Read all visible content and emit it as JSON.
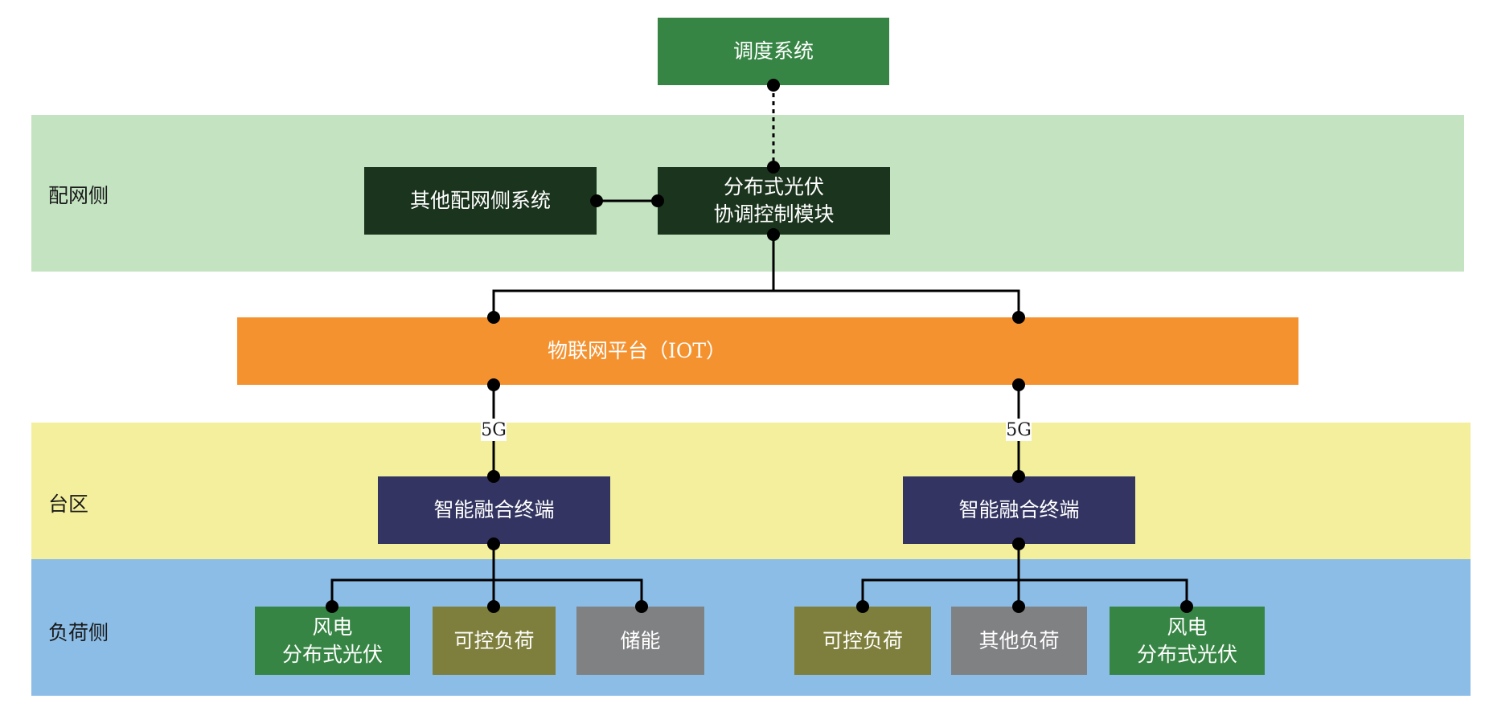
{
  "colors": {
    "band_distribution": "#c3e3c1",
    "band_area": "#f3ef9c",
    "band_load": "#8cbde6",
    "dispatch_box": "#378544",
    "dark_box": "#1b341d",
    "iot_bar": "#f59230",
    "terminal_box": "#333461",
    "green_box": "#378544",
    "olive_box": "#7e7f3c",
    "gray_box": "#808183",
    "line": "#000000"
  },
  "bands": {
    "distribution_label": "配网侧",
    "area_label": "台区",
    "load_label": "负荷侧"
  },
  "boxes": {
    "dispatch": "调度系统",
    "other_systems": "其他配网侧系统",
    "pv_coordination": "分布式光伏\n协调控制模块",
    "iot_platform": "物联网平台（IOT）",
    "terminal_left": "智能融合终端",
    "terminal_right": "智能融合终端",
    "left_wind_pv": "风电\n分布式光伏",
    "left_controllable_load": "可控负荷",
    "left_storage": "储能",
    "right_controllable_load": "可控负荷",
    "right_other_load": "其他负荷",
    "right_wind_pv": "风电\n分布式光伏"
  },
  "links": {
    "left_5g": "5G",
    "right_5g": "5G"
  }
}
